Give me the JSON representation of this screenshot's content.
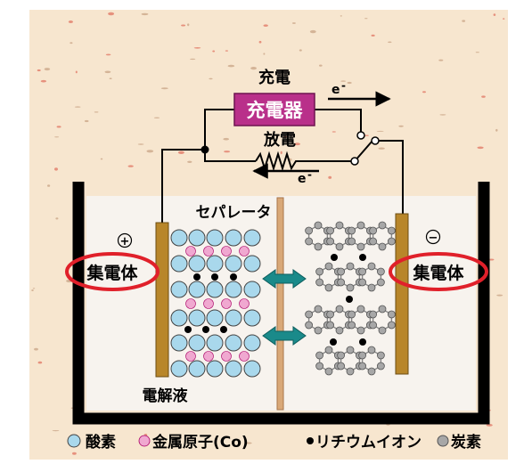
{
  "circuit": {
    "charge_label": "充電",
    "charger_label": "充電器",
    "discharge_label": "放電",
    "electron_label_top": "e",
    "electron_label_bottom": "e"
  },
  "cell": {
    "separator_label": "セパレータ",
    "electrolyte_label": "電解液",
    "positive_sign": "+",
    "negative_sign": "−",
    "left_collector_label": "集電体",
    "right_collector_label": "集電体"
  },
  "legend": {
    "oxygen": "酸素",
    "metal_atom": "金属原子(Co)",
    "lithium_ion": "リチウムイオン",
    "carbon": "炭素"
  },
  "colors": {
    "background": "#f7e6cf",
    "charger_box": "#b9308a",
    "collector": "#b8862a",
    "separator": "#d9a878",
    "oxygen": "#a9d8ec",
    "metal_atom": "#f0a8d0",
    "lithium": "#000000",
    "carbon": "#a7a7a7",
    "arrow_teal": "#1a8a8a",
    "highlight_ring": "#e0202a"
  }
}
